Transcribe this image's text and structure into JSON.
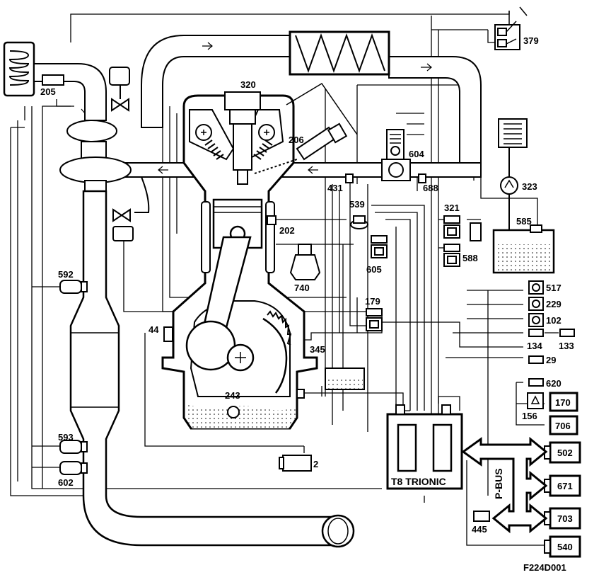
{
  "diagram": {
    "figure_code": "F224D001",
    "ecu_label": "T8 TRIONIC",
    "bus_label": "P-BUS",
    "component_numbers": {
      "c205": "205",
      "c320": "320",
      "c206": "206",
      "c604": "604",
      "c379": "379",
      "c323": "323",
      "c431": "431",
      "c688": "688",
      "c539": "539",
      "c321": "321",
      "c585": "585",
      "c202": "202",
      "c605": "605",
      "c588": "588",
      "c740": "740",
      "c592": "592",
      "c517": "517",
      "c229": "229",
      "c102": "102",
      "c179": "179",
      "c44": "44",
      "c345": "345",
      "c134": "134",
      "c133": "133",
      "c29": "29",
      "c243": "243",
      "c620": "620",
      "c156": "156",
      "c170": "170",
      "c706": "706",
      "c593": "593",
      "c602": "602",
      "c2": "2",
      "c502": "502",
      "c671": "671",
      "c703": "703",
      "c445": "445",
      "c540": "540"
    }
  }
}
